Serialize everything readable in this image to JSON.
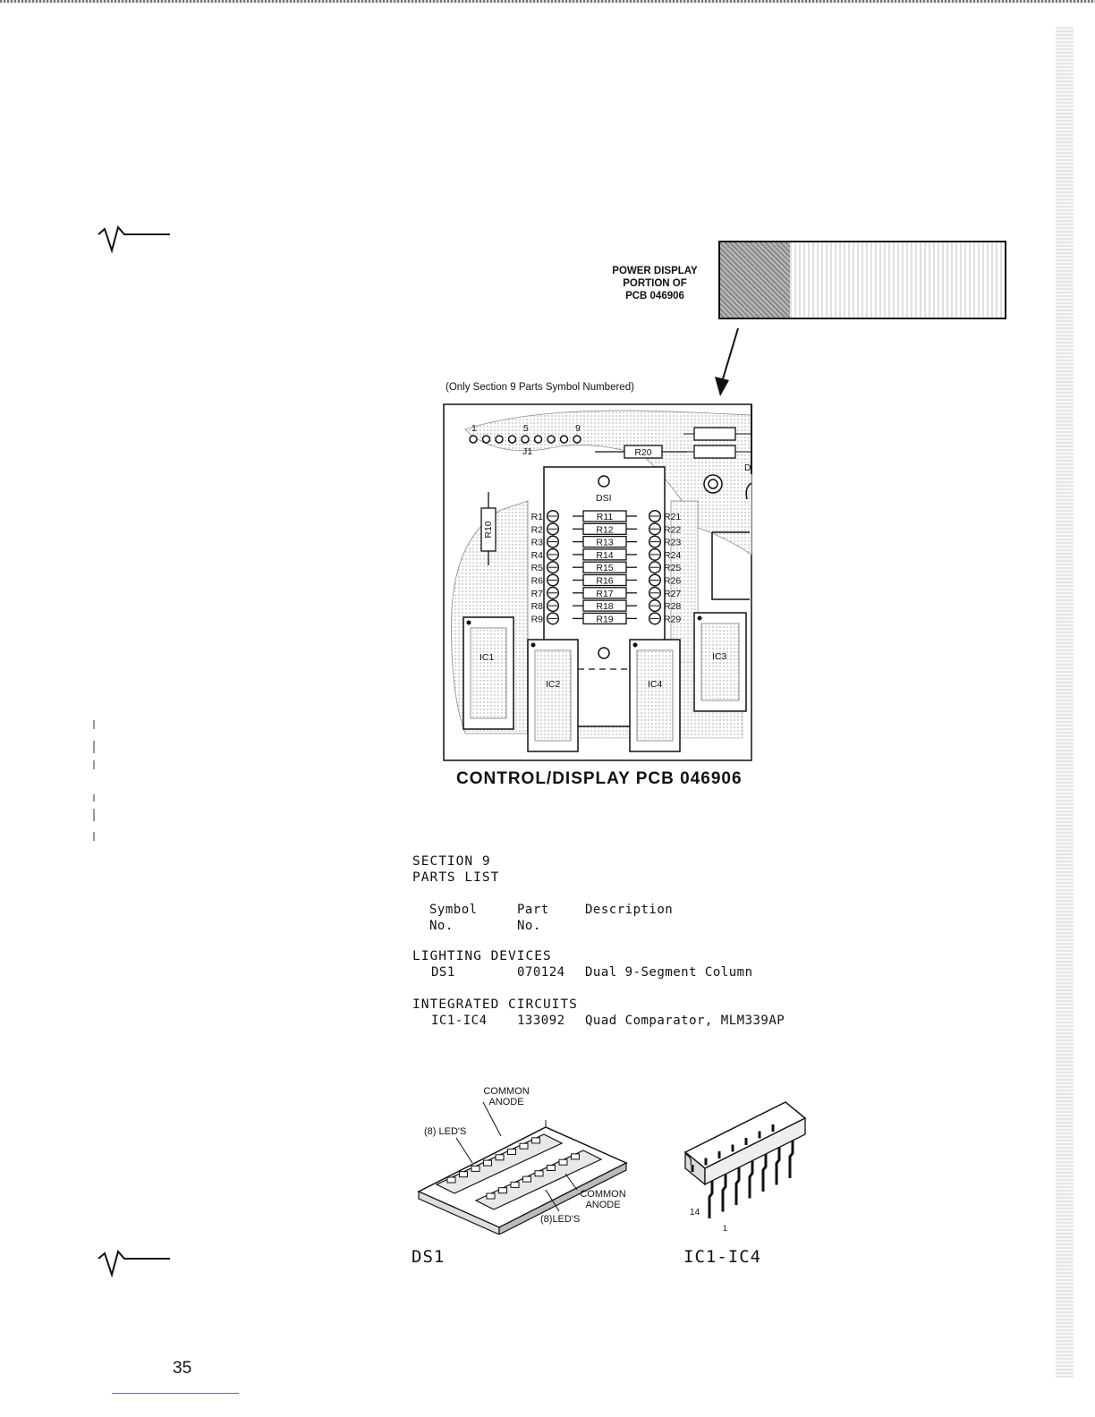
{
  "power_display": {
    "line1": "POWER DISPLAY",
    "line2": "PORTION OF",
    "line3": "PCB 046906"
  },
  "note": "(Only Section 9 Parts Symbol Numbered)",
  "pcb": {
    "title": "CONTROL/DISPLAY PCB 046906",
    "connector": {
      "label": "J1",
      "pin_labels": [
        "1",
        "5",
        "9"
      ]
    },
    "display_label": "DSI",
    "left_resistors": [
      "R1",
      "R2",
      "R3",
      "R4",
      "R5",
      "R6",
      "R7",
      "R8",
      "R9"
    ],
    "center_resistors": [
      "R11",
      "R12",
      "R13",
      "R14",
      "R15",
      "R16",
      "R17",
      "R18",
      "R19"
    ],
    "right_resistors": [
      "R21",
      "R22",
      "R23",
      "R24",
      "R25",
      "R26",
      "R27",
      "R28",
      "R29"
    ],
    "r10": "R10",
    "r20": "R20",
    "ics": [
      "IC1",
      "IC2",
      "IC3",
      "IC4"
    ],
    "edge_letter": "D"
  },
  "section": {
    "line1": "SECTION 9",
    "line2": "PARTS LIST"
  },
  "columns": {
    "symbol": "Symbol",
    "symbol2": "No.",
    "part": "Part",
    "part2": "No.",
    "description": "Description"
  },
  "groups": [
    {
      "heading": "LIGHTING DEVICES",
      "symbol": "DS1",
      "part": "070124",
      "description": "Dual 9-Segment Column"
    },
    {
      "heading": "INTEGRATED CIRCUITS",
      "symbol": "IC1-IC4",
      "part": "133092",
      "description": "Quad Comparator, MLM339AP"
    }
  ],
  "ds1_drawing": {
    "label": "DS1",
    "common_anode": "COMMON",
    "anode": "ANODE",
    "leds_top": "(8) LED'S",
    "leds_bottom": "(8)LED'S"
  },
  "ic_drawing": {
    "label": "IC1-IC4",
    "pin14": "14",
    "pin1": "1"
  },
  "page_number": "35"
}
